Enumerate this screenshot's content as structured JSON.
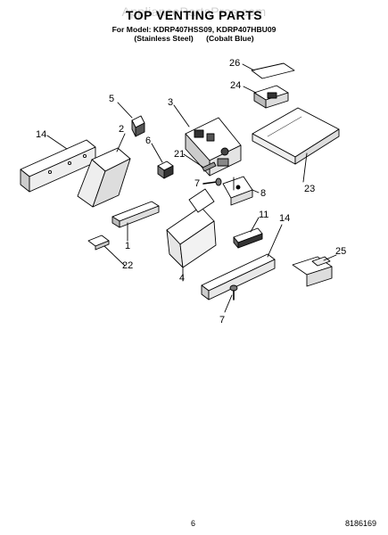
{
  "watermark": "AppliancePartsPros.com",
  "title": "TOP VENTING PARTS",
  "model_line": "For Model: KDRP407HSS09, KDRP407HBU09",
  "variants": [
    "(Stainless Steel)",
    "(Cobalt Blue)"
  ],
  "callouts": {
    "c1": "1",
    "c2": "2",
    "c3": "3",
    "c4": "4",
    "c5": "5",
    "c6": "6",
    "c7a": "7",
    "c7b": "7",
    "c8": "8",
    "c11": "11",
    "c14a": "14",
    "c14b": "14",
    "c21": "21",
    "c22": "22",
    "c23": "23",
    "c24": "24",
    "c25": "25",
    "c26": "26"
  },
  "footer": {
    "page": "6",
    "code": "8186169"
  }
}
